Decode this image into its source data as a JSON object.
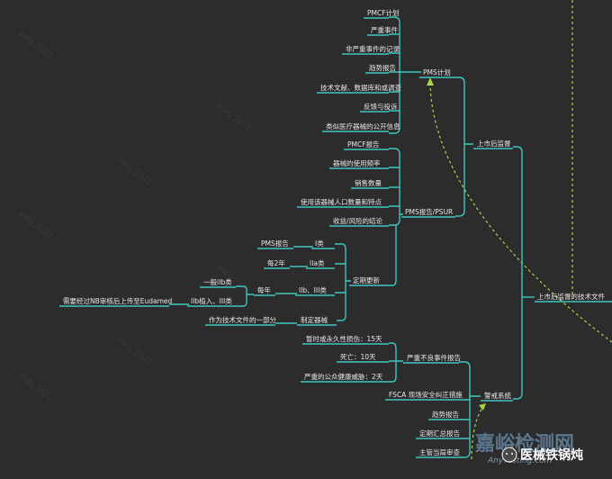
{
  "nodes": {
    "pms_plan": "PMS计划",
    "pmcf_plan": "PMCF计划",
    "serious_incident": "严重事件",
    "non_serious_record": "非严重事件的记录",
    "trend_report": "趋势报告",
    "literature": "技术文献、数据库和或调查",
    "feedback": "反馈与投诉",
    "similar_device": "类似医疗器械的公开信息",
    "post_market": "上市后监督",
    "pmcf_report": "PMCF报告",
    "device_usage": "器械的使用频率",
    "sales": "销售数量",
    "users": "使用该器械人口数量和特点",
    "benefit_risk": "收益/风险的结论",
    "pms_psur": "PMS报告/PSUR",
    "class_i": "I类",
    "pms_report": "PMS报告",
    "class_iia": "IIa类",
    "every_2_years": "每2年",
    "class_iib_iii": "IIb、III类",
    "every_year": "每年",
    "general_iib": "一般IIb类",
    "iib_implant_iii": "IIb植入、III类",
    "eudamed_upload": "需要经过NB审核后上传至Eudamed",
    "periodic_update": "定期更新",
    "tech_doc_part": "作为技术文件的一部分",
    "tech_file": "制定器械",
    "pms_tech_doc": "上市后监督的技术文件",
    "vigilance": "警戒系统",
    "serious_incident_report": "严重不良事件报告",
    "death_perm": "暂时或永久性损伤：15天",
    "death": "死亡：10天",
    "public_health": "严重的公众健康威胁：2天",
    "fsca": "FSCA 现场安全纠正措施",
    "trend_report2": "趋势报告",
    "periodic_summary": "定期汇总报告",
    "authority": "主管当局审查"
  },
  "watermark": {
    "brand_cn": "嘉峪检测网",
    "brand_en": "AnyTesting.com",
    "account": "医械铁锅炖"
  },
  "colors": {
    "background": "#2c2c2c",
    "connector": "#3ec6c0",
    "dashed": "#a6d64a",
    "text": "#e8e8e8"
  }
}
